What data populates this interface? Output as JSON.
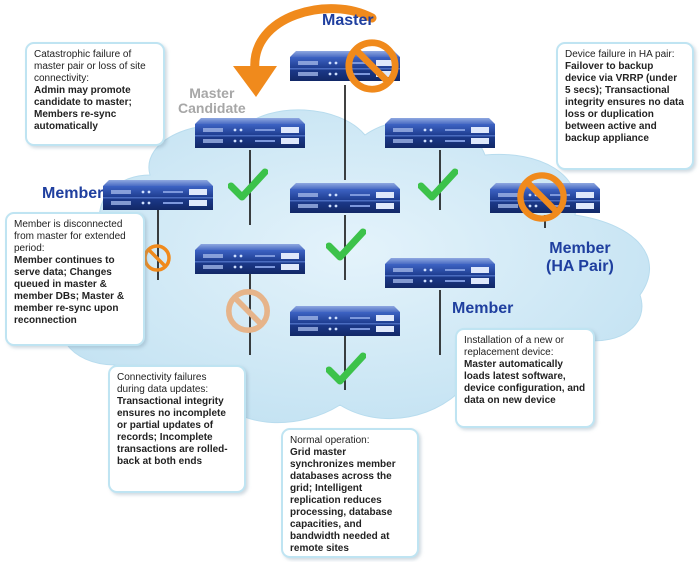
{
  "labels": {
    "master": "Master",
    "master_candidate_line1": "Master",
    "master_candidate_line2": "Candidate",
    "member_left": "Member",
    "member_right": "Member",
    "member_ha_line1": "Member",
    "member_ha_line2": "(HA Pair)"
  },
  "callouts": {
    "catastrophic": {
      "head": "Catastrophic failure of master pair or loss of site connectivity:",
      "body": "Admin may promote candidate to master; Members re-sync automatically"
    },
    "device_failure": {
      "head": "Device failure in HA pair:",
      "body": "Failover to backup device via VRRP (under 5 secs); Transactional integrity ensures no data loss or duplication between active and backup appliance"
    },
    "disconnected": {
      "head": "Member is disconnected from master for extended period:",
      "body": "Member continues to serve data; Changes queued in master & member DBs; Master & member re-sync upon reconnection"
    },
    "connectivity": {
      "head": "Connectivity failures during data updates:",
      "body": "Transactional integrity ensures no incomplete or partial updates of records; Incomplete transactions are rolled-back at both ends"
    },
    "installation": {
      "head": "Installation of a new or replacement device:",
      "body": "Master automatically loads latest software, device configuration, and data on new device"
    },
    "normal": {
      "head": "Normal operation:",
      "body": "Grid master synchronizes member databases across the grid; Intelligent replication reduces processing, database capacities, and bandwidth needed at remote sites"
    }
  },
  "colors": {
    "cloud": "#cfe9f6",
    "device": "#1c3a8c",
    "check": "#3cc24a",
    "prohibit": "#f08a1c",
    "prohibit_faded": "#e6b48a",
    "arrow": "#f08a1c",
    "label_blue": "#1f3f9f",
    "label_gray": "#a7a7a7"
  },
  "icons": [
    "network-appliance-icon",
    "check-icon",
    "prohibit-icon",
    "failover-arrow-icon"
  ]
}
